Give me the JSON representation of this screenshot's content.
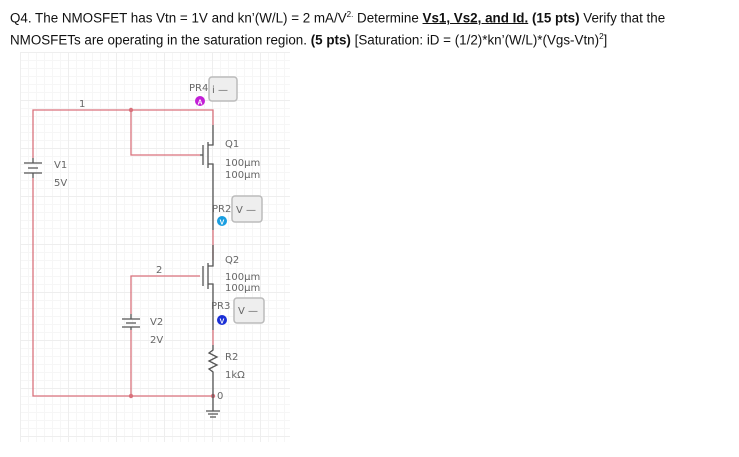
{
  "question": {
    "p1": "Q4. The NMOSFET has Vtn = 1V and kn’(W/L) = 2 mA/V",
    "sup1": "2.",
    "p2": " Determine ",
    "underline": "Vs1, Vs2, and Id.",
    "pts1": " (15 pts)",
    "p3": " Verify that the NMOSFETs are operating in the saturation region. ",
    "pts2": "(5 pts)",
    "p4": " [Saturation: iD = (1/2)*kn’(W/L)*(Vgs-Vtn)",
    "sup2": "2",
    "p5": "]"
  },
  "circuit": {
    "node1": "1",
    "node2": "2",
    "node0": "0",
    "v1": {
      "name": "V1",
      "value": "5V"
    },
    "v2": {
      "name": "V2",
      "value": "2V"
    },
    "q1": {
      "name": "Q1",
      "w": "100µm",
      "l": "100µm"
    },
    "q2": {
      "name": "Q2",
      "w": "100µm",
      "l": "100µm"
    },
    "r2": {
      "name": "R2",
      "value": "1kΩ"
    },
    "pr4": {
      "name": "PR4",
      "badge": "A",
      "readout": "i —"
    },
    "pr2": {
      "name": "PR2",
      "badge": "V",
      "readout": "V —"
    },
    "pr3": {
      "name": "PR3",
      "badge": "V",
      "readout": "V —"
    },
    "colors": {
      "wire": "#d9727c",
      "device": "#555555",
      "ammeter": "#c21fd6",
      "voltmeter_pr2": "#1a9ee0",
      "voltmeter_pr3": "#1a2fd6"
    }
  }
}
